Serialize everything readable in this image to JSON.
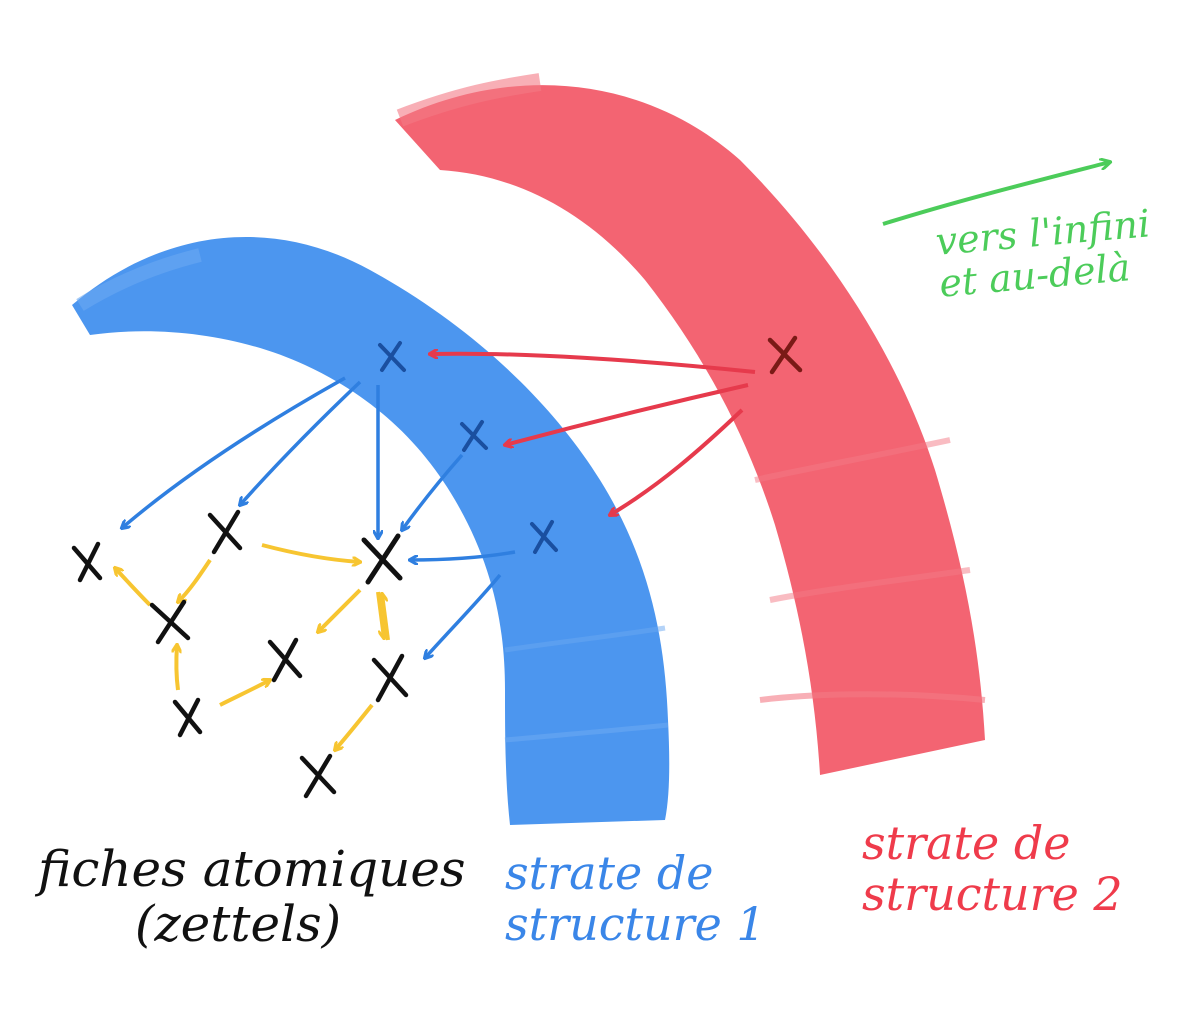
{
  "colors": {
    "layer_blue": "#4592ee",
    "layer_red": "#f25c6a",
    "arrow_blue": "#2f7fe0",
    "arrow_red": "#e63a4c",
    "arrow_yellow": "#f7c531",
    "arrow_green": "#4ccc5a",
    "cross_black": "#111111",
    "cross_blue": "#1a4fa0",
    "cross_red": "#7a1a16"
  },
  "labels": {
    "zettels": {
      "line1": "fiches atomiques",
      "line2": "(zettels)"
    },
    "strate1": {
      "line1": "strate de",
      "line2": "structure 1"
    },
    "strate2": {
      "line1": "strate de",
      "line2": "structure 2"
    },
    "infini": {
      "line1": "vers l'infini",
      "line2": "et au-delà"
    }
  },
  "icons": {
    "marker": "cross-mark",
    "link": "hand-drawn-arrow"
  }
}
